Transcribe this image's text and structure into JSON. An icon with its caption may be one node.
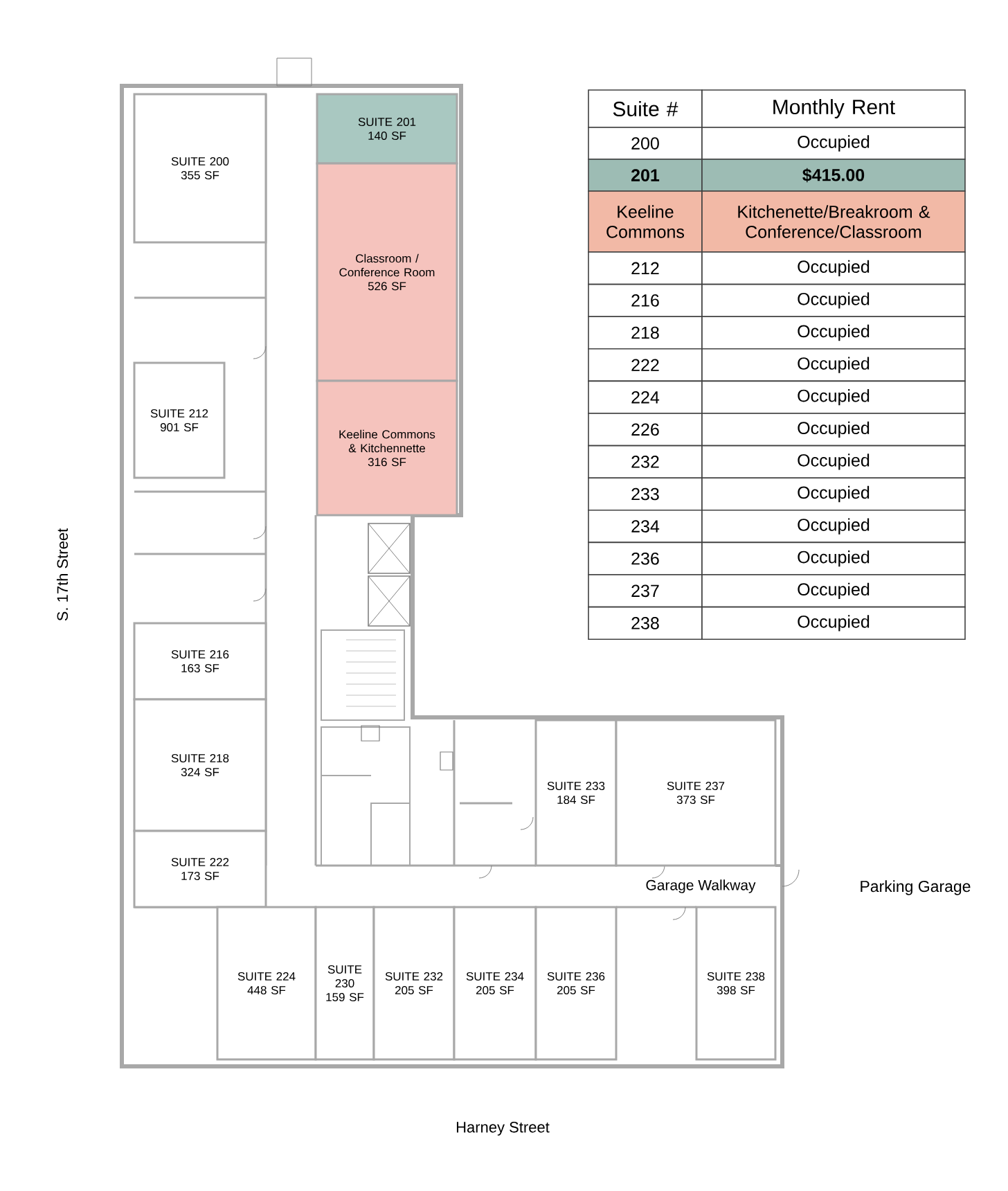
{
  "diagram": {
    "nodes": [
      {
        "text": [
          "SUITE 200",
          "355 SF"
        ]
      },
      {
        "text": [
          "SUITE 201",
          "140 SF"
        ]
      },
      {
        "text": [
          "Classroom / Conference Room",
          "526 SF"
        ]
      },
      {
        "text": [
          "Keeline Commons & Kitchennette",
          "316 SF"
        ]
      },
      {
        "text": [
          "SUITE 212",
          "901 SF"
        ]
      },
      {
        "text": [
          "SUITE 216",
          "163 SF"
        ]
      },
      {
        "text": [
          "SUITE 218",
          "324 SF"
        ]
      },
      {
        "text": [
          "SUITE 222",
          "173 SF"
        ]
      },
      {
        "text": [
          "SUITE 233",
          "184 SF"
        ]
      },
      {
        "text": [
          "SUITE 237",
          "373 SF"
        ]
      },
      {
        "text": [
          "SUITE 224",
          "448 SF"
        ]
      },
      {
        "text": [
          "SUITE 230",
          "159 SF"
        ]
      },
      {
        "text": [
          "SUITE 232",
          "205 SF"
        ]
      },
      {
        "text": [
          "SUITE 234",
          "205 SF"
        ]
      },
      {
        "text": [
          "SUITE 236",
          "205 SF"
        ]
      },
      {
        "text": [
          "SUITE 238",
          "398 SF"
        ]
      }
    ],
    "labels": [
      "Suite #",
      "Monthly Rent",
      "200",
      "Occupied",
      "201",
      "$415.00",
      "Keeline Commons",
      "Kitchenette/Breakroom & Conference/Classroom",
      "212",
      "Occupied",
      "216",
      "Occupied",
      "218",
      "Occupied",
      "222",
      "Occupied",
      "224",
      "Occupied",
      "226",
      "Occupied",
      "232",
      "Occupied",
      "233",
      "Occupied",
      "234",
      "Occupied",
      "236",
      "Occupied",
      "237",
      "Occupied",
      "238",
      "Occupied",
      "S. 17th Street",
      "Garage Walkway",
      "Parking Garage",
      "Harney Street"
    ]
  }
}
